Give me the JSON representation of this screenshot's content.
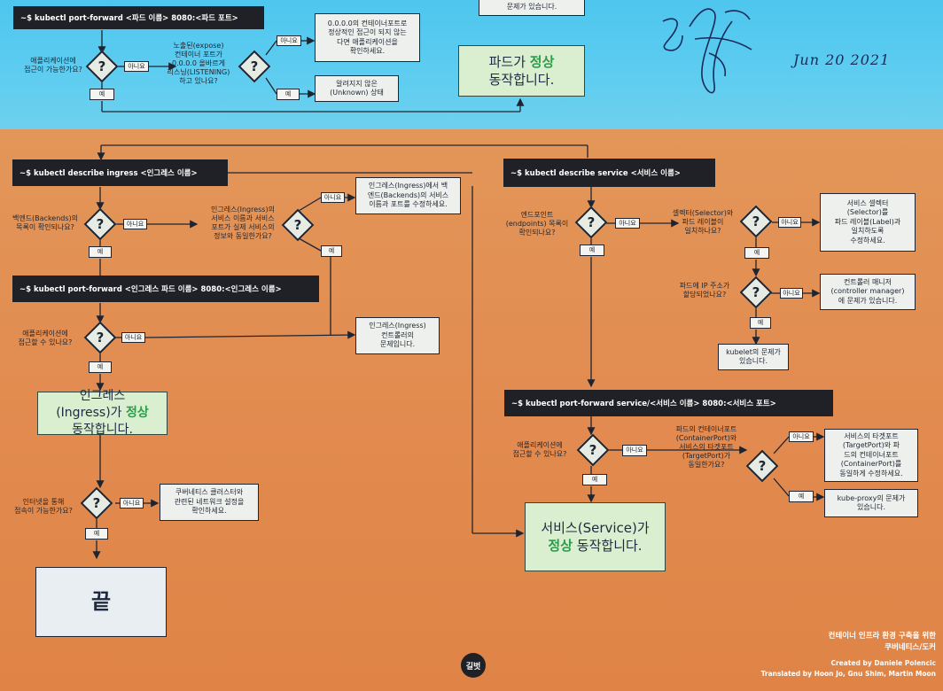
{
  "commands": {
    "port_forward_pod": "~$ kubectl port-forward <파드 이름> 8080:<파드 포트>",
    "describe_ingress": "~$ kubectl describe ingress <인그레스 이름>",
    "port_forward_ingress": "~$ kubectl port-forward <인그레스 파드 이름> 8080:<인그레스 이름>",
    "describe_service": "~$ kubectl describe service <서비스 이름>",
    "port_forward_service": "~$ kubectl port-forward service/<서비스 이름> 8080:<서비스 포트>"
  },
  "questions": {
    "pod_access": "애플리케이션에\n접근이 가능한가요?",
    "listening": "노출된(expose)\n컨테이너 포트가\n0.0.0.0 올바르게\n리스닝(LISTENING)\n하고 있나요?",
    "backends": "백엔드(Backends)의\n목록이 확인되나요?",
    "ingress_match": "인그레스(Ingress)의\n서비스 이름과 서비스\n포트가 실제 서비스의\n정보와 동일한가요?",
    "ingress_access": "애플리케이션에\n접근할 수 있나요?",
    "internet_access": "인터넷을 통해\n접속이 가능한가요?",
    "endpoints": "엔드포인트\n(endpoints) 목록이\n확인되나요?",
    "selector": "셀렉터(Selector)와\n파드 레이블이\n일치하나요?",
    "pod_ip": "파드에 IP 주소가\n할당되었나요?",
    "service_access": "애플리케이션에\n접근할 수 있나요?",
    "ports_match": "파드의 컨테이너포트\n(ContainerPort)와\n서비스의 타겟포트\n(TargetPort)가\n동일한가요?"
  },
  "labels": {
    "yes": "예",
    "no": "아니요",
    "question_mark": "?"
  },
  "results": {
    "top_problem_tail": "문제가 있습니다.",
    "check_container": "0.0.0.0의 컨테이너포트로\n정상적인 접근이 되지 않는\n다면 애플리케이션을\n확인하세요.",
    "unknown_state": "알려지지 않은\n(Unknown) 상태",
    "fix_ingress": "인그레스(Ingress)에서 백\n엔드(Backends)의 서비스\n이름과 포트를 수정하세요.",
    "ingress_controller": "인그레스(Ingress)\n컨트롤러의\n문제입니다.",
    "check_network": "쿠버네티스 클러스터와\n관련된 네트워크 설정을\n확인하세요.",
    "fix_selector": "서비스 셀렉터\n(Selector)를\n파드 레이블(Label)과\n일치하도록\n수정하세요.",
    "controller_manager": "컨트롤러 매니저\n(controller manager)\n에 문제가 있습니다.",
    "kubelet": "kubelet의 문제가\n있습니다.",
    "fix_ports": "서비스의 타겟포트\n(TargetPort)와 파\n드의 컨테이너포트\n(ContainerPort)를\n동일하게 수정하세요.",
    "kube_proxy": "kube-proxy의 문제가\n있습니다."
  },
  "ok": {
    "pod_a": "파드가 ",
    "pod_b": "정상",
    "pod_c": "동작합니다.",
    "ingress_a": "인그레스\n(Ingress)가 ",
    "ingress_b": "정상",
    "ingress_c": "동작합니다.",
    "service_a": "서비스(Service)가",
    "service_b": "정상",
    "service_c": " 동작합니다."
  },
  "end_label": "끝",
  "signature_date": "Jun 20 2021",
  "credits": {
    "title_1": "컨테이너 인프라 환경 구축을 위한",
    "title_2": "쿠버네티스/도커",
    "created": "Created by Daniele Polencic",
    "translated": "Translated by Hoon Jo, Gnu Shim, Martin Moon"
  },
  "publisher": "길벗"
}
